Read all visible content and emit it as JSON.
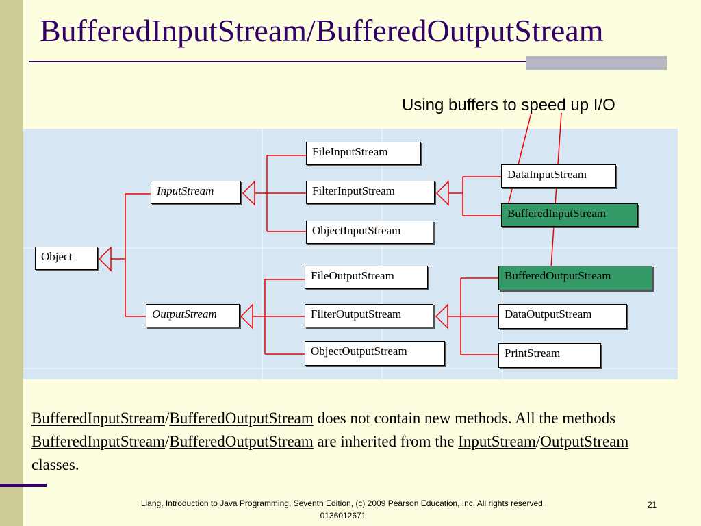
{
  "slide": {
    "title": "BufferedInputStream/BufferedOutputStream",
    "annotation": "Using buffers to speed up I/O",
    "page_number": "21",
    "footer": "Liang, Introduction to Java Programming, Seventh Edition, (c) 2009 Pearson Education, Inc. All rights reserved. 0136012671"
  },
  "diagram": {
    "classes": {
      "object": "Object",
      "input_stream": "InputStream",
      "output_stream": "OutputStream",
      "file_input_stream": "FileInputStream",
      "filter_input_stream": "FilterInputStream",
      "object_input_stream": "ObjectInputStream",
      "data_input_stream": "DataInputStream",
      "buffered_input_stream": "BufferedInputStream",
      "file_output_stream": "FileOutputStream",
      "filter_output_stream": "FilterOutputStream",
      "object_output_stream": "ObjectOutputStream",
      "buffered_output_stream": "BufferedOutputStream",
      "data_output_stream": "DataOutputStream",
      "print_stream": "PrintStream"
    },
    "colors": {
      "connector": "#ee0000",
      "highlight": "#339966",
      "background": "#d6e6f2"
    }
  },
  "description": {
    "part1_link1": "BufferedInputStream",
    "part1_sep": "/",
    "part1_link2": "BufferedOutputStream",
    "part1_text": " does not contain new methods. All the methods ",
    "part2_link1": "BufferedInputStream",
    "part2_sep": "/",
    "part2_link2": "BufferedOutputStream",
    "part2_text": " are inherited from the ",
    "part3_link1": "InputStream",
    "part3_sep": "/",
    "part3_link2": "OutputStream",
    "part3_text": " classes."
  }
}
